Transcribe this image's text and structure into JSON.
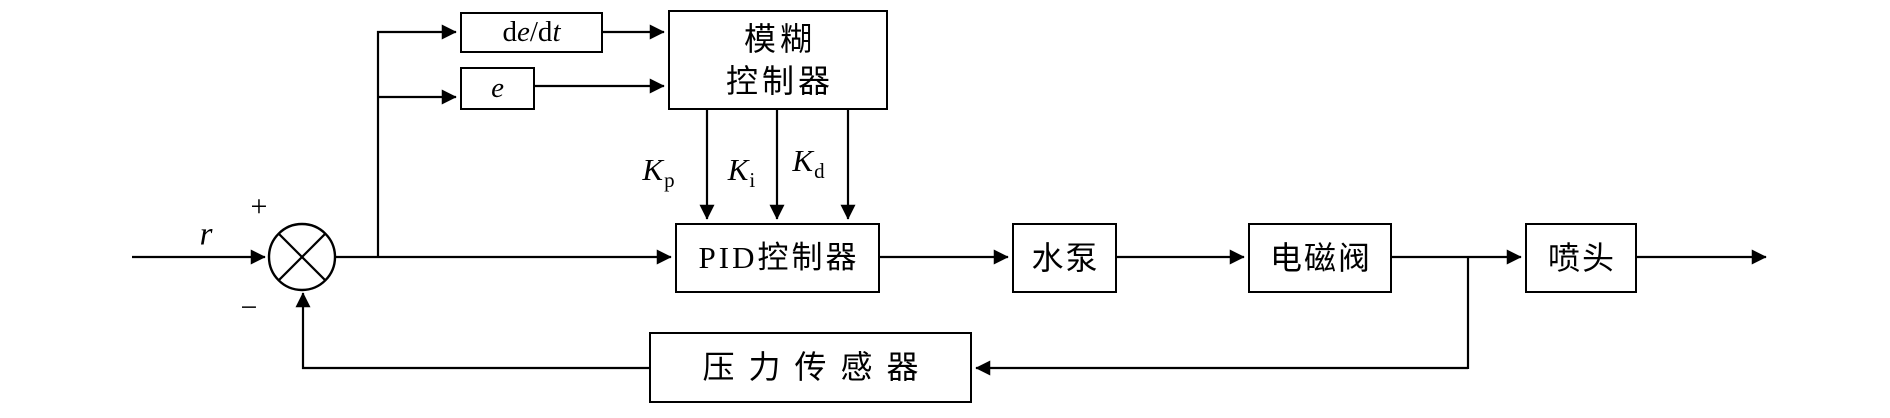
{
  "diagram": {
    "labels": {
      "input": "r",
      "plus": "+",
      "minus": "−",
      "kp_base": "K",
      "kp_sub": "p",
      "ki_base": "K",
      "ki_sub": "i",
      "kd_base": "K",
      "kd_sub": "d"
    },
    "blocks": {
      "derivative_d1": "d",
      "derivative_e": "e",
      "derivative_d2": "/d",
      "derivative_t": "t",
      "error": "e",
      "fuzzy_line1": "模糊",
      "fuzzy_line2": "控制器",
      "pid": "PID控制器",
      "pump": "水泵",
      "valve": "电磁阀",
      "sprinkler": "喷头",
      "sensor": "压力传感器"
    },
    "colors": {
      "line": "#000000",
      "background": "#ffffff"
    }
  }
}
